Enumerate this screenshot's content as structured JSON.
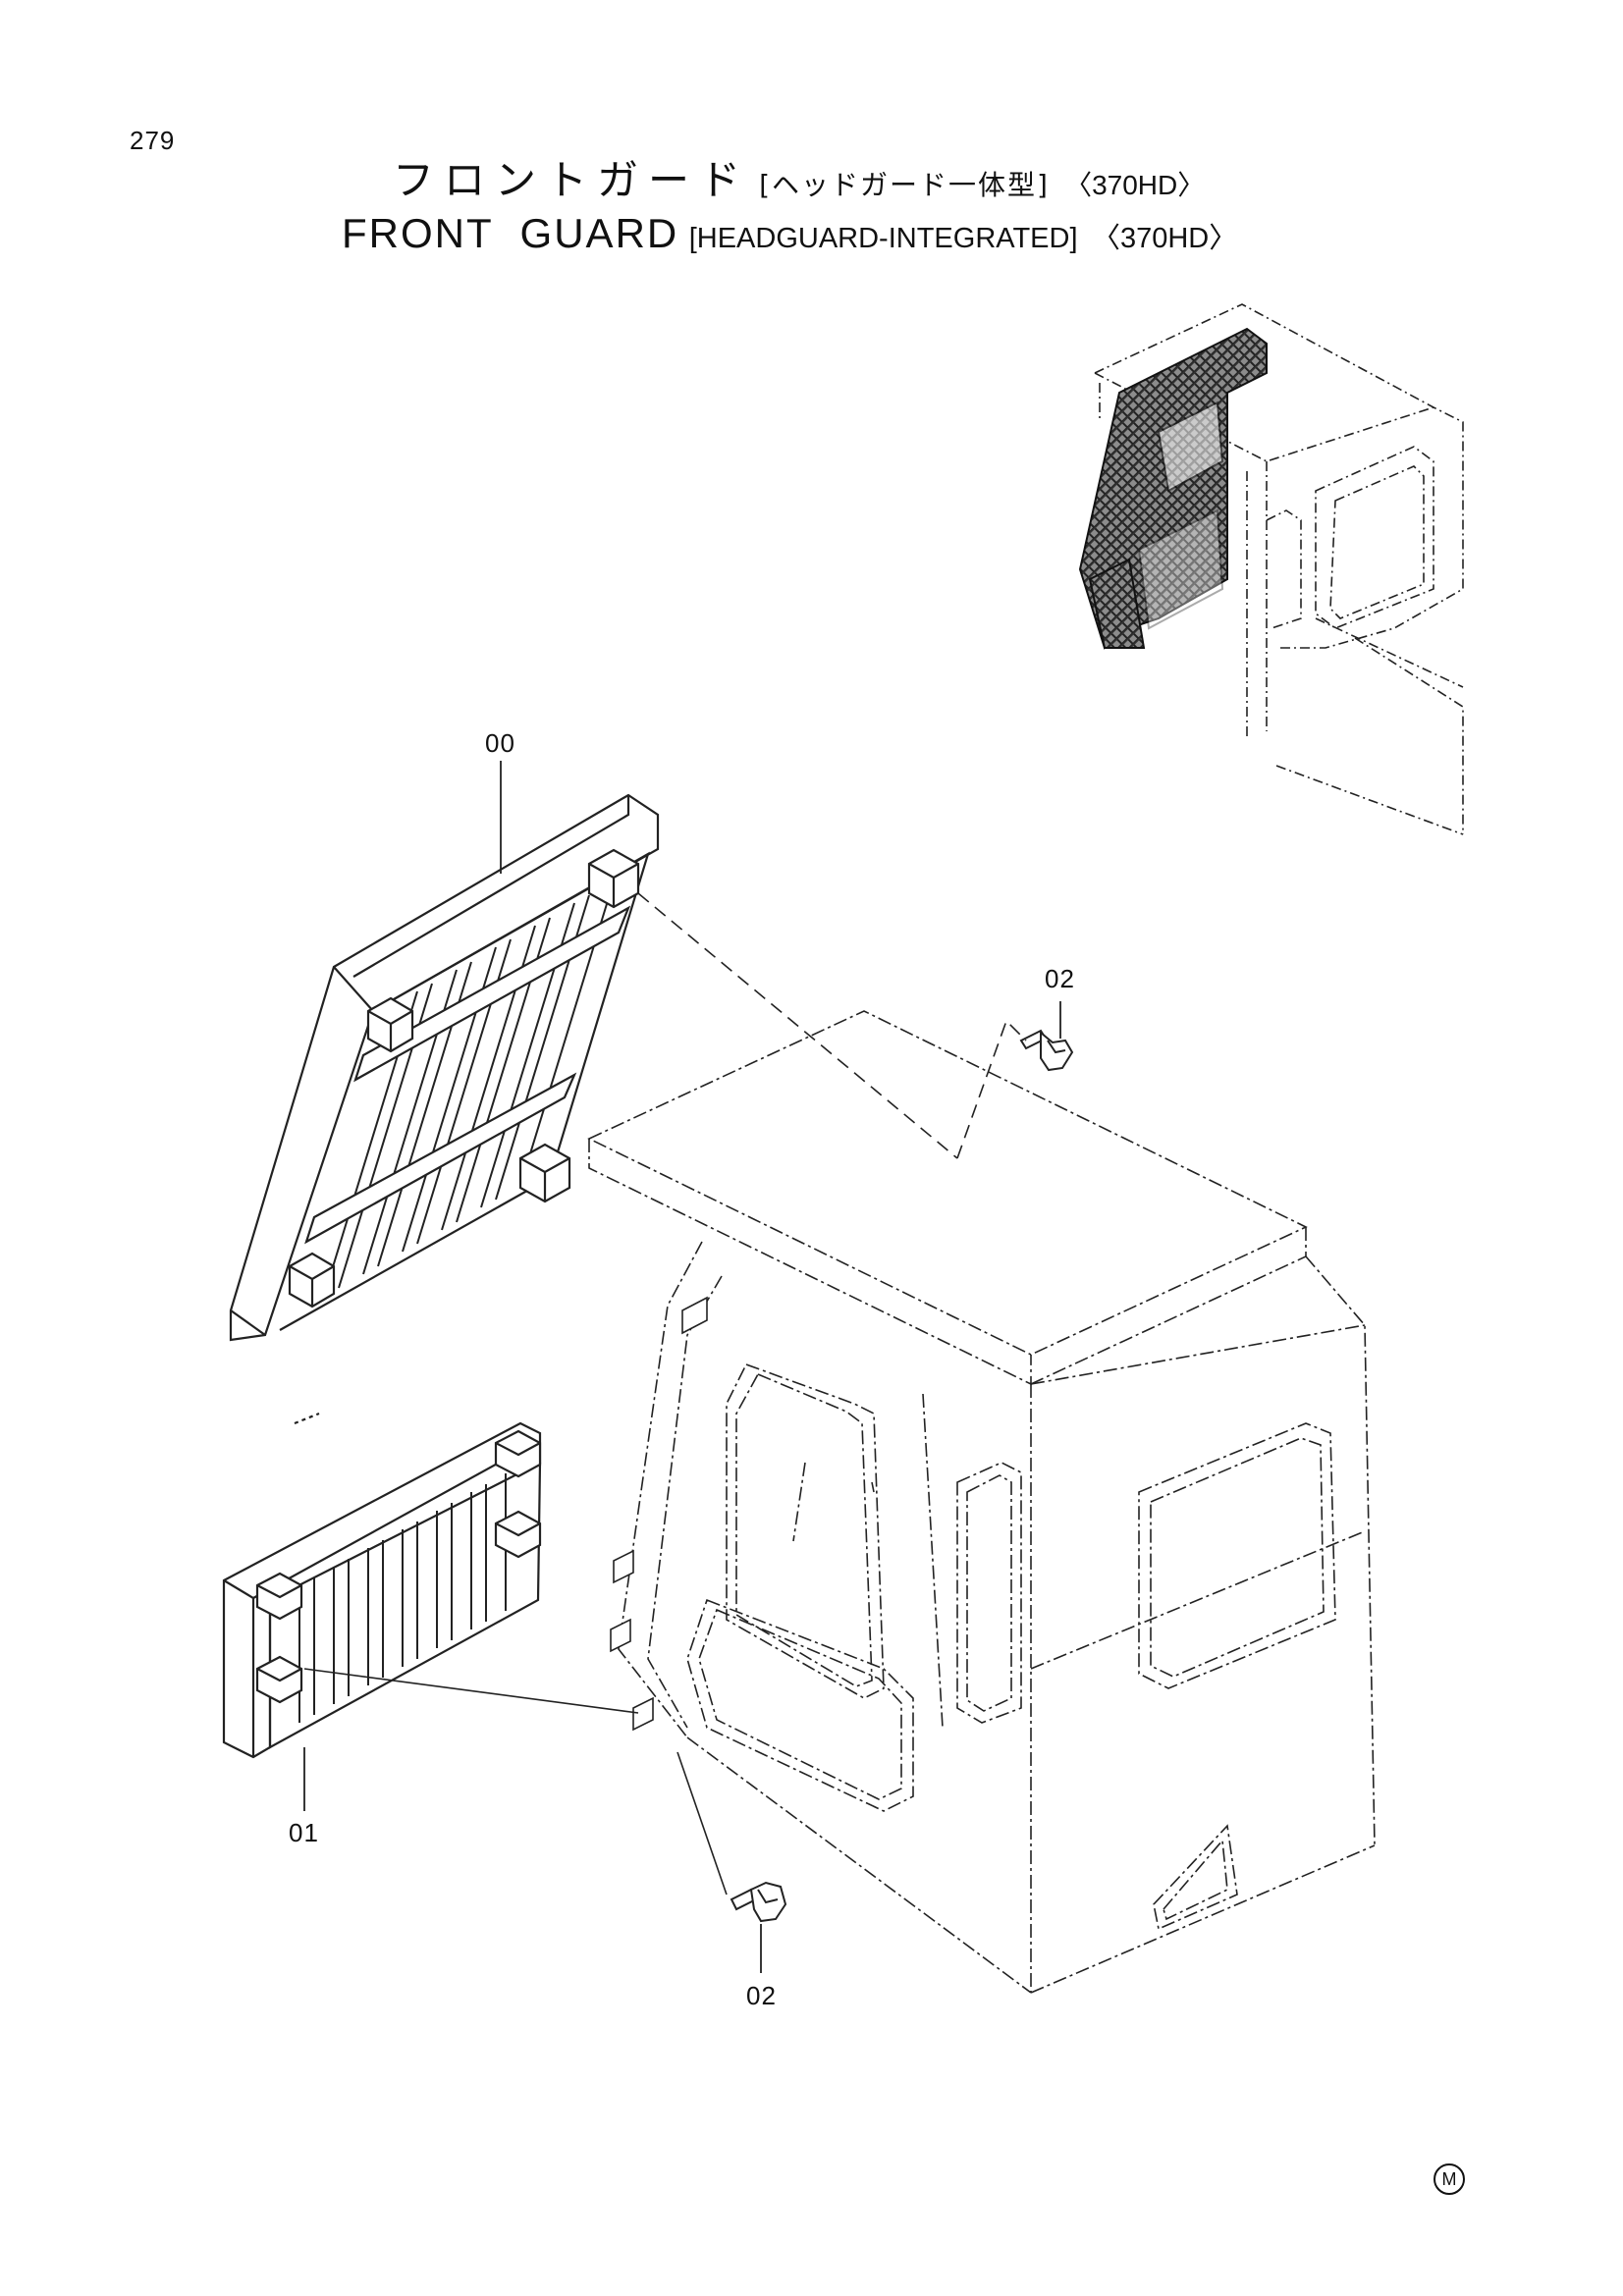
{
  "page": {
    "number": "279"
  },
  "title": {
    "jp_main": "フロントガード",
    "jp_sub": "[ヘッドガード一体型]",
    "jp_model": "〈370HD〉",
    "en_main": "FRONT GUARD",
    "en_sub": "[HEADGUARD-INTEGRATED]",
    "en_model": "〈370HD〉"
  },
  "callouts": {
    "guard_upper": "00",
    "guard_lower": "01",
    "bolt_upper": "02",
    "bolt_lower": "02"
  },
  "footer": {
    "mark": "M"
  }
}
